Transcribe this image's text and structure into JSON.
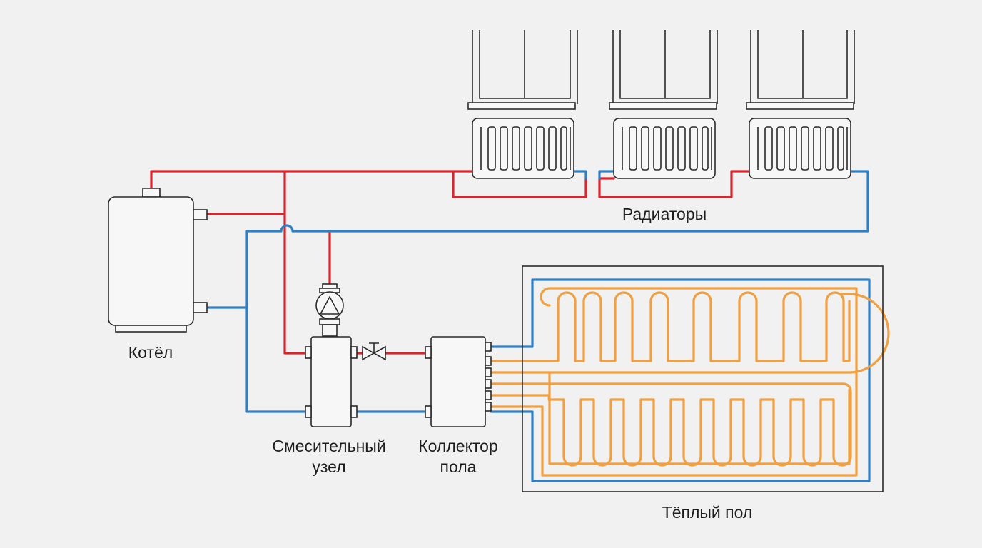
{
  "labels": {
    "boiler": "Котёл",
    "radiators": "Радиаторы",
    "mixing_unit_line1": "Смесительный",
    "mixing_unit_line2": "узел",
    "collector_line1": "Коллектор",
    "collector_line2": "пола",
    "warm_floor": "Тёплый пол"
  },
  "colors": {
    "supply": "#d8262e",
    "return": "#2f7fc7",
    "floor_loop": "#f0a040",
    "outline": "#2a2a2a",
    "background": "#f1f1f1"
  }
}
